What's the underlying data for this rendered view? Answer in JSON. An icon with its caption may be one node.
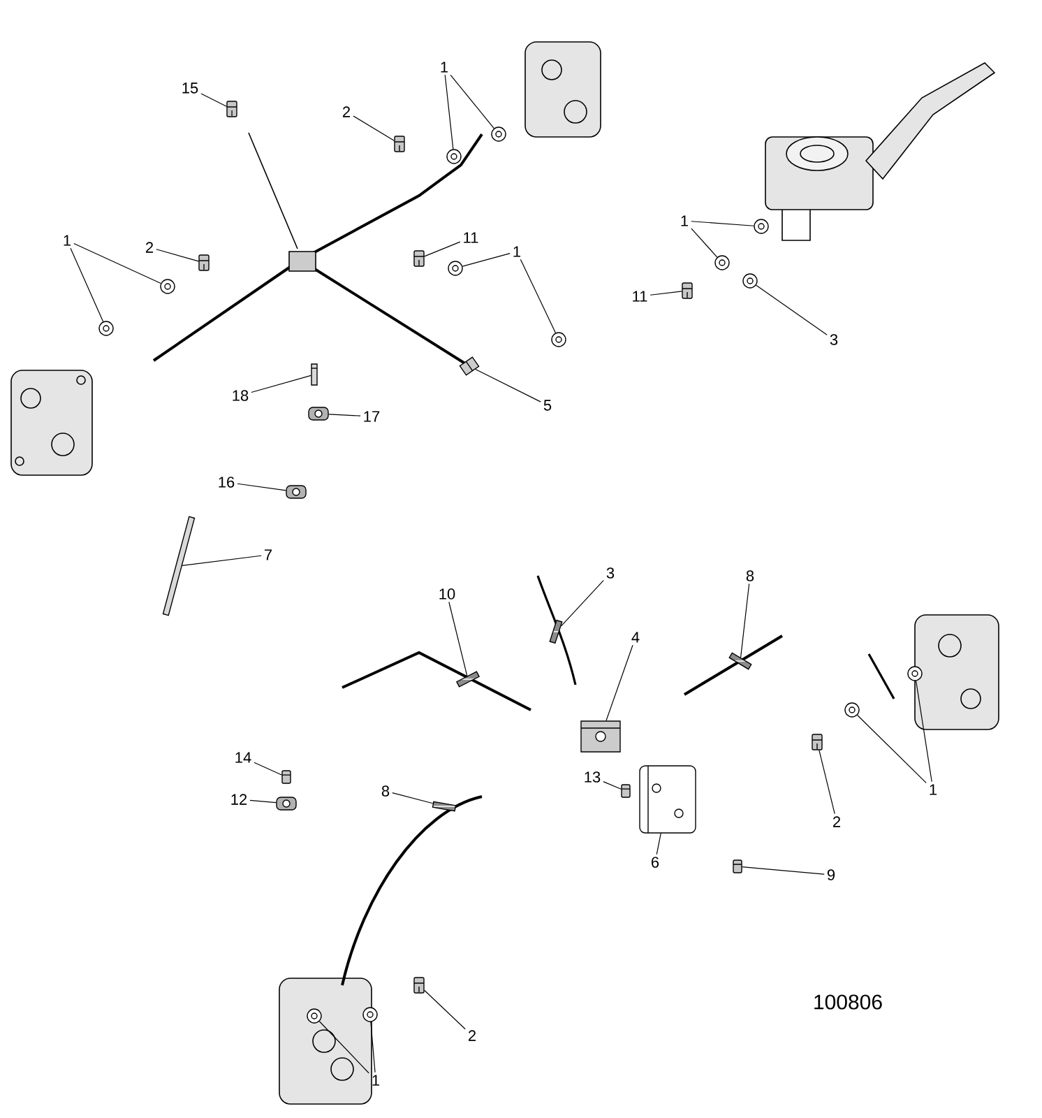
{
  "diagram": {
    "nodes": [
      {
        "text": [
          "15"
        ]
      },
      {
        "text": [
          "2"
        ]
      },
      {
        "text": [
          "1"
        ]
      },
      {
        "text": [
          "11"
        ]
      },
      {
        "text": [
          "1"
        ]
      },
      {
        "text": [
          "2"
        ]
      },
      {
        "text": [
          "1"
        ]
      },
      {
        "text": [
          "5"
        ]
      },
      {
        "text": [
          "18"
        ]
      },
      {
        "text": [
          "17"
        ]
      },
      {
        "text": [
          "1"
        ]
      },
      {
        "text": [
          "11"
        ]
      },
      {
        "text": [
          "3"
        ]
      },
      {
        "text": [
          "16"
        ]
      },
      {
        "text": [
          "7"
        ]
      },
      {
        "text": [
          "10"
        ]
      },
      {
        "text": [
          "3"
        ]
      },
      {
        "text": [
          "8"
        ]
      },
      {
        "text": [
          "4"
        ]
      },
      {
        "text": [
          "1"
        ]
      },
      {
        "text": [
          "2"
        ]
      },
      {
        "text": [
          "14"
        ]
      },
      {
        "text": [
          "12"
        ]
      },
      {
        "text": [
          "8"
        ]
      },
      {
        "text": [
          "13"
        ]
      },
      {
        "text": [
          "6"
        ]
      },
      {
        "text": [
          "9"
        ]
      },
      {
        "text": [
          "2"
        ]
      },
      {
        "text": [
          "1"
        ]
      },
      {
        "text": [],
        "shape": "picture"
      },
      {
        "text": [],
        "shape": "picture"
      },
      {
        "text": [],
        "shape": "circle"
      },
      {
        "text": [],
        "shape": "circle"
      },
      {
        "text": [],
        "shape": "picture"
      },
      {
        "text": [],
        "shape": "circle"
      },
      {
        "text": [],
        "shape": "circle"
      },
      {
        "text": [],
        "shape": "picture"
      },
      {
        "text": [],
        "shape": "circle"
      },
      {
        "text": [],
        "shape": "circle"
      },
      {
        "text": [],
        "shape": "picture"
      },
      {
        "text": [],
        "shape": "picture"
      },
      {
        "text": [],
        "shape": "picture"
      },
      {
        "text": [],
        "shape": "circle"
      },
      {
        "text": [],
        "shape": "circle"
      },
      {
        "text": [],
        "shape": "picture"
      },
      {
        "text": [],
        "shape": "circle"
      },
      {
        "text": [],
        "shape": "picture"
      },
      {
        "text": [],
        "shape": "picture"
      },
      {
        "text": [],
        "shape": "picture"
      },
      {
        "text": [],
        "shape": "picture"
      },
      {
        "text": [],
        "shape": "picture"
      },
      {
        "text": [],
        "shape": "picture"
      },
      {
        "text": [],
        "shape": "circle"
      },
      {
        "text": [],
        "shape": "circle"
      },
      {
        "text": [],
        "shape": "picture"
      },
      {
        "text": [],
        "shape": "picture"
      },
      {
        "text": [],
        "shape": "picture"
      },
      {
        "text": [],
        "shape": "picture"
      },
      {
        "text": [],
        "shape": "picture"
      },
      {
        "text": [],
        "shape": "picture"
      },
      {
        "text": [],
        "shape": "picture"
      },
      {
        "text": [],
        "shape": "picture"
      },
      {
        "text": [],
        "shape": "circle"
      },
      {
        "text": [],
        "shape": "circle"
      }
    ],
    "edges": [
      {
        "from": 0,
        "to": 29,
        "arrow": "none"
      },
      {
        "from": 1,
        "to": 30,
        "arrow": "none"
      },
      {
        "from": 2,
        "to": 31,
        "arrow": "none"
      },
      {
        "from": 2,
        "to": 32,
        "arrow": "none"
      },
      {
        "from": 3,
        "to": 33,
        "arrow": "none"
      },
      {
        "from": 4,
        "to": 34,
        "arrow": "none"
      },
      {
        "from": 4,
        "to": 35,
        "arrow": "none"
      },
      {
        "from": 5,
        "to": 36,
        "arrow": "none"
      },
      {
        "from": 6,
        "to": 37,
        "arrow": "none"
      },
      {
        "from": 6,
        "to": 38,
        "arrow": "none"
      },
      {
        "from": 7,
        "to": 39,
        "arrow": "none"
      },
      {
        "from": 8,
        "to": 40,
        "arrow": "none"
      },
      {
        "from": 9,
        "to": 41,
        "arrow": "none"
      },
      {
        "from": 10,
        "to": 42,
        "arrow": "none"
      },
      {
        "from": 10,
        "to": 43,
        "arrow": "none"
      },
      {
        "from": 11,
        "to": 44,
        "arrow": "none"
      },
      {
        "from": 12,
        "to": 45,
        "arrow": "none"
      },
      {
        "from": 13,
        "to": 46,
        "arrow": "none"
      },
      {
        "from": 14,
        "to": 47,
        "arrow": "none"
      },
      {
        "from": 15,
        "to": 48,
        "arrow": "none"
      },
      {
        "from": 16,
        "to": 49,
        "arrow": "none"
      },
      {
        "from": 18,
        "to": 50,
        "arrow": "none"
      },
      {
        "from": 17,
        "to": 51,
        "arrow": "none"
      },
      {
        "from": 19,
        "to": 52,
        "arrow": "none"
      },
      {
        "from": 19,
        "to": 53,
        "arrow": "none"
      },
      {
        "from": 20,
        "to": 54,
        "arrow": "none"
      },
      {
        "from": 21,
        "to": 55,
        "arrow": "none"
      },
      {
        "from": 22,
        "to": 56,
        "arrow": "none"
      },
      {
        "from": 23,
        "to": 57,
        "arrow": "none"
      },
      {
        "from": 24,
        "to": 58,
        "arrow": "none"
      },
      {
        "from": 25,
        "to": 59,
        "arrow": "none"
      },
      {
        "from": 26,
        "to": 60,
        "arrow": "none"
      },
      {
        "from": 27,
        "to": 61,
        "arrow": "none"
      },
      {
        "from": 28,
        "to": 62,
        "arrow": "none"
      },
      {
        "from": 28,
        "to": 63,
        "arrow": "none"
      }
    ],
    "labels": [
      "100806"
    ]
  }
}
